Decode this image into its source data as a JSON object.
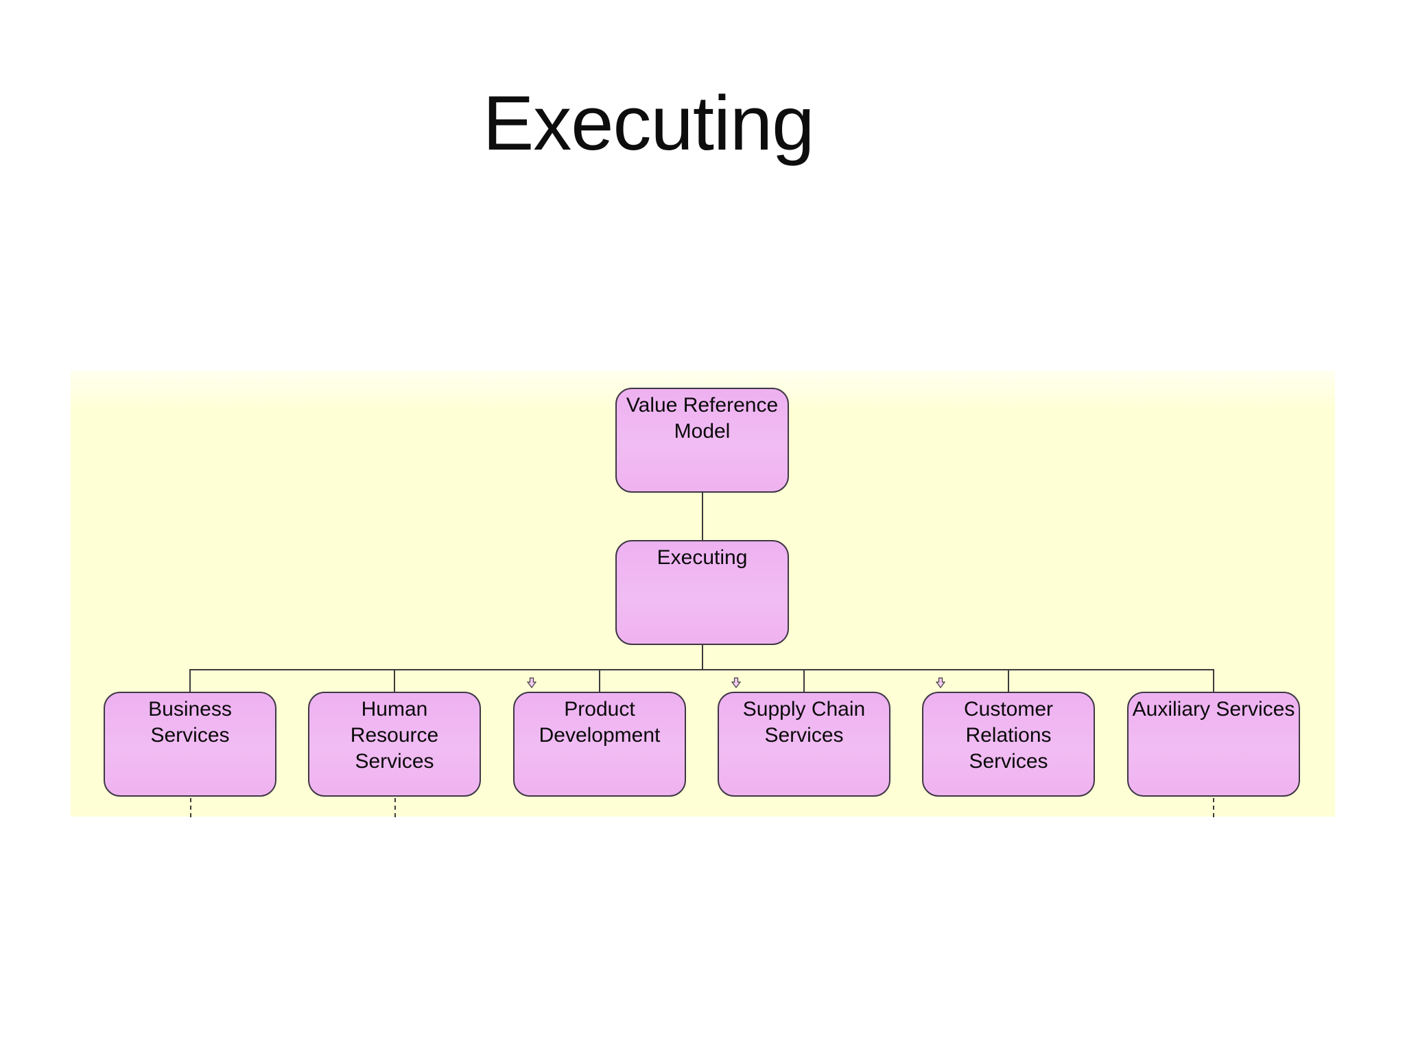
{
  "slide": {
    "title": "Executing"
  },
  "colors": {
    "background": "#ffffff",
    "panel": "#ffffd6",
    "node_fill": "#f0b6f2",
    "node_border": "#3d3744",
    "connector": "#3b3b3b",
    "text": "#0a0a0a"
  },
  "diagram": {
    "type": "org-chart",
    "root": {
      "label": "Value Reference\nModel"
    },
    "parent": {
      "label": "Executing"
    },
    "children": [
      {
        "label": "Business\nServices",
        "arrow": false,
        "dashed_tail": true
      },
      {
        "label": "Human\nResource\nServices",
        "arrow": false,
        "dashed_tail": true
      },
      {
        "label": "Product\nDevelopment",
        "arrow": true,
        "dashed_tail": false
      },
      {
        "label": "Supply Chain\nServices",
        "arrow": true,
        "dashed_tail": false
      },
      {
        "label": "Customer\nRelations\nServices",
        "arrow": true,
        "dashed_tail": false
      },
      {
        "label": "Auxiliary Services",
        "arrow": false,
        "dashed_tail": true
      }
    ]
  },
  "icons": {
    "down_arrow": "hollow-down-arrow"
  }
}
